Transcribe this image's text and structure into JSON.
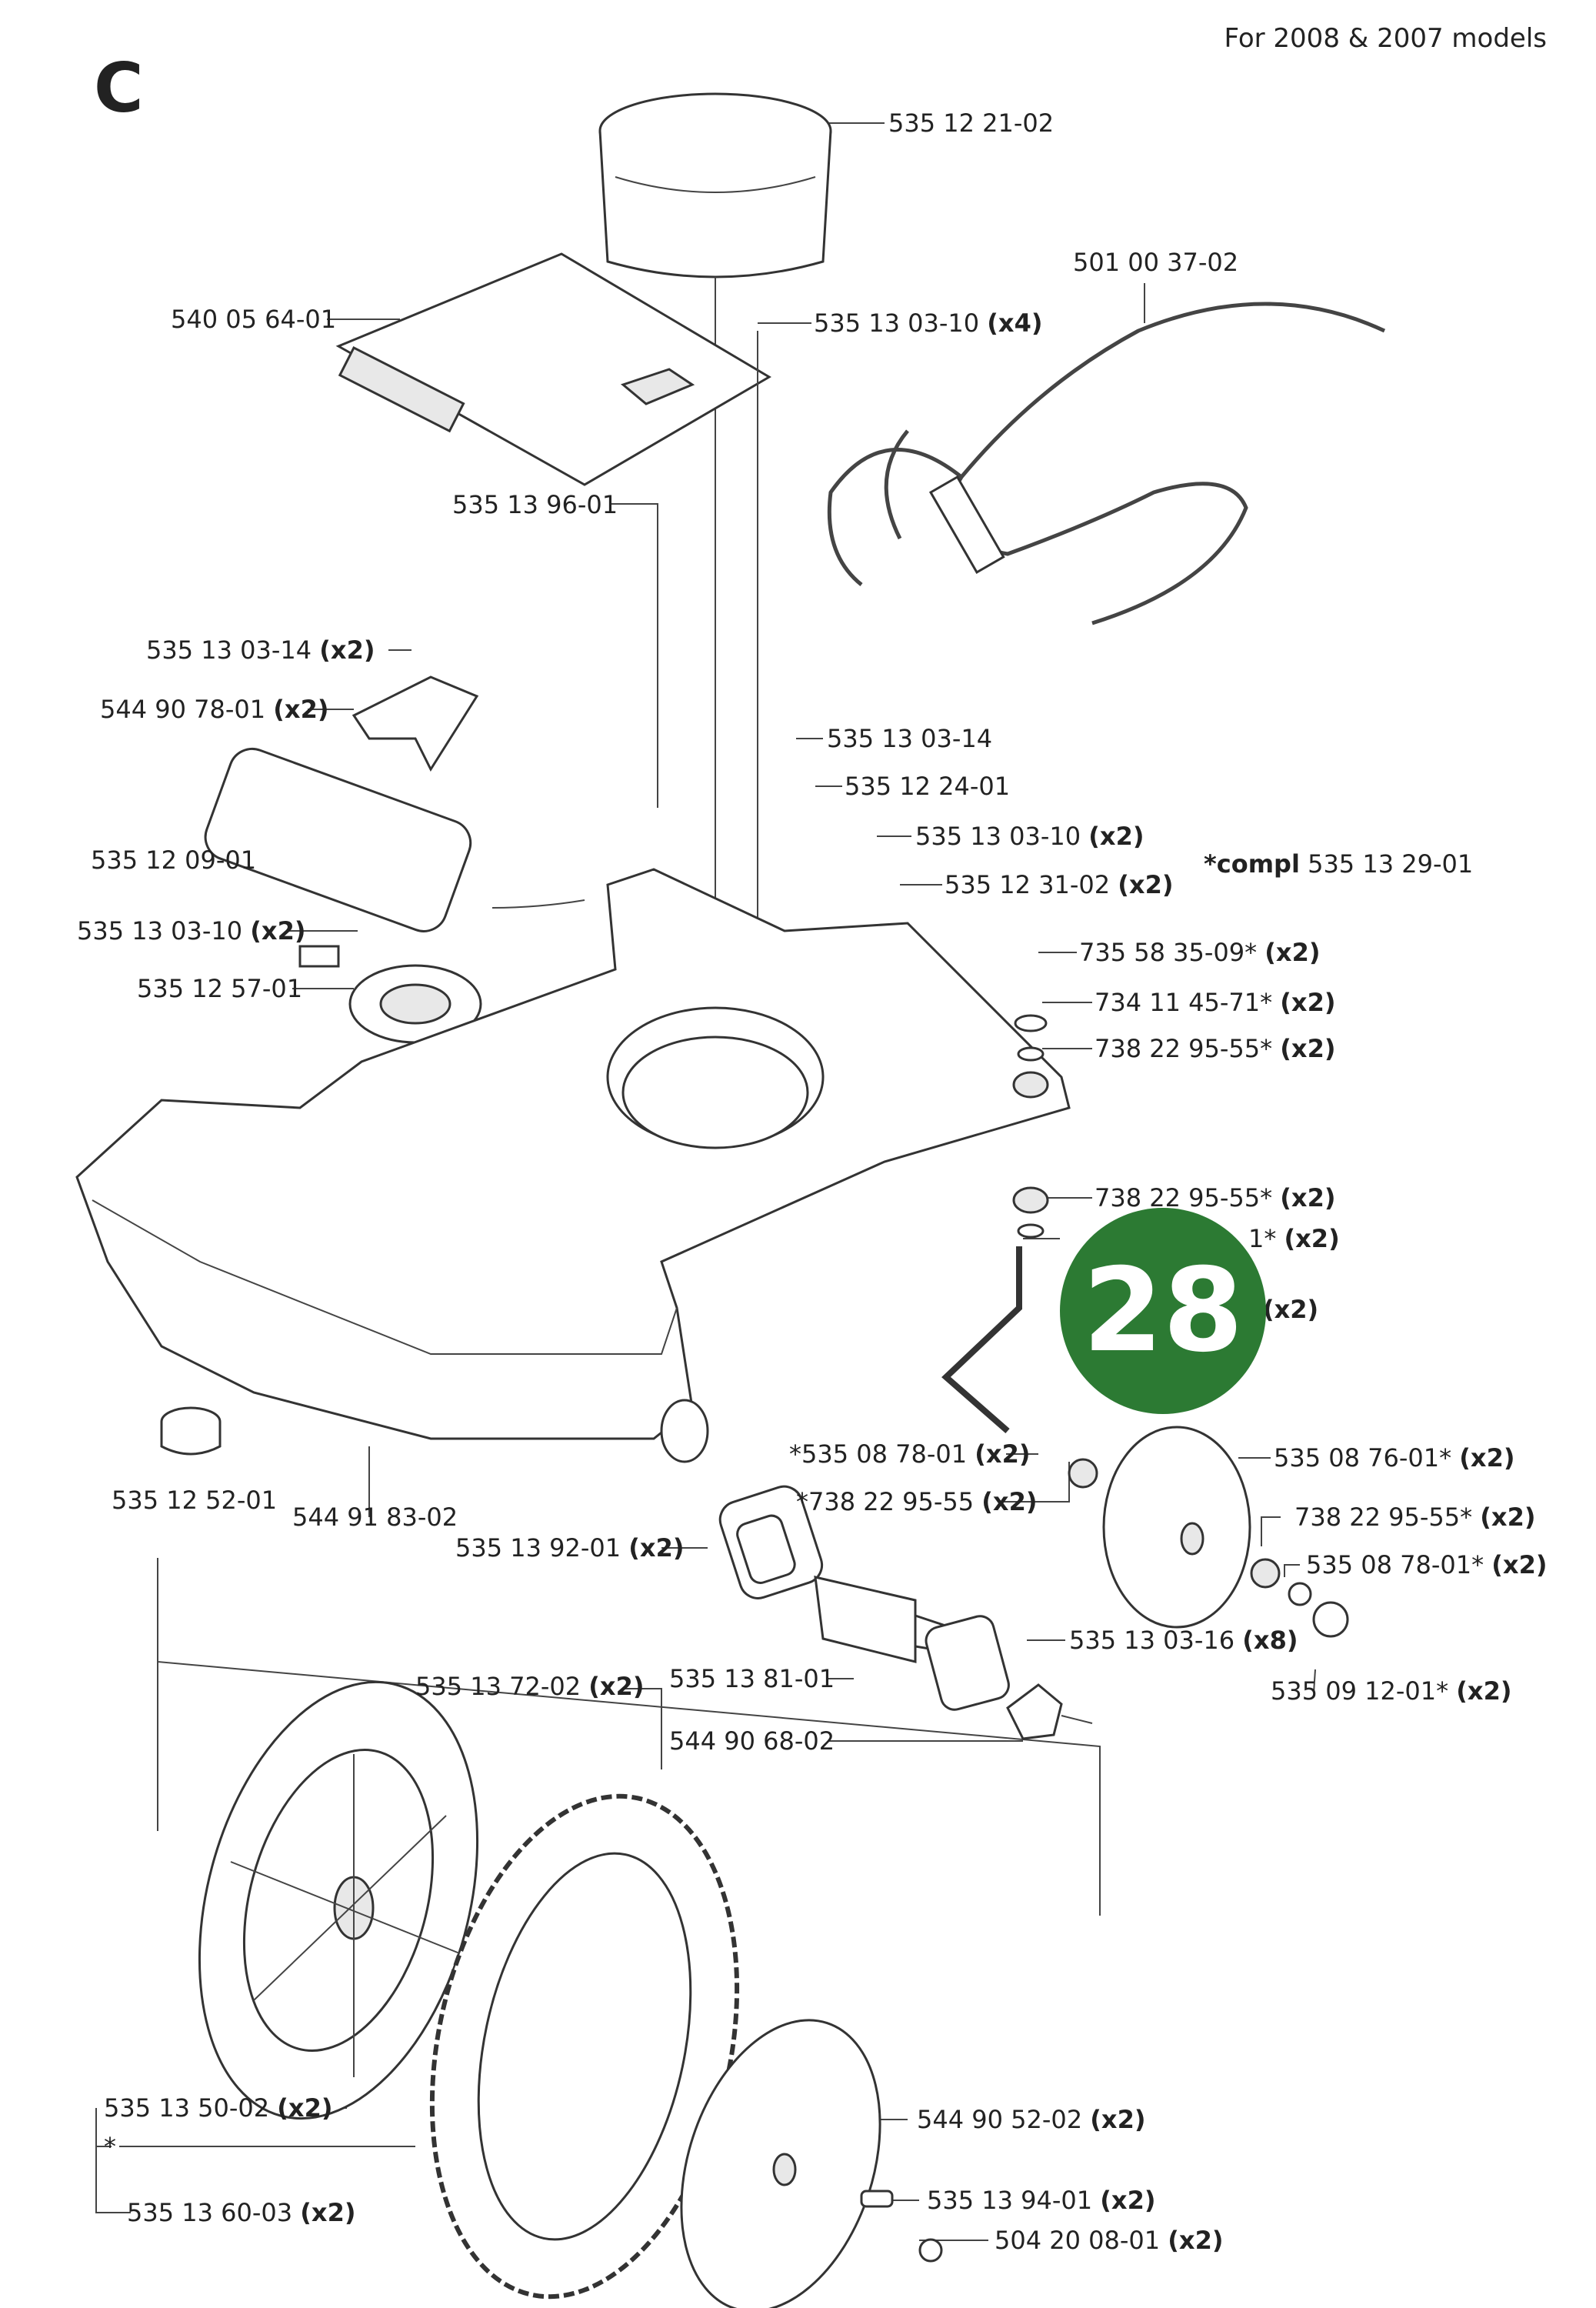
{
  "header": {
    "section_letter": "C",
    "models_note": "For 2008 & 2007 models",
    "compl_note_prefix": "*compl",
    "compl_note_number": "535 13 29-01",
    "badge_number": "28"
  },
  "labels": [
    {
      "id": "p01",
      "number": "535 12 21-02",
      "qty": ""
    },
    {
      "id": "p02",
      "number": "501 00 37-02",
      "qty": ""
    },
    {
      "id": "p03",
      "number": "540 05 64-01",
      "qty": ""
    },
    {
      "id": "p04",
      "number": "535 13 03-10",
      "qty": "(x4)"
    },
    {
      "id": "p05",
      "number": "535 13 96-01",
      "qty": ""
    },
    {
      "id": "p06",
      "number": "535 13 03-14",
      "qty": "(x2)"
    },
    {
      "id": "p07",
      "number": "544 90 78-01",
      "qty": "(x2)"
    },
    {
      "id": "p08",
      "number": "535 13 03-14",
      "qty": ""
    },
    {
      "id": "p09",
      "number": "535 12 24-01",
      "qty": ""
    },
    {
      "id": "p10",
      "number": "535 13 03-10",
      "qty": "(x2)"
    },
    {
      "id": "p11",
      "number": "535 12 09-01",
      "qty": ""
    },
    {
      "id": "p12",
      "number": "535 12 31-02",
      "qty": "(x2)"
    },
    {
      "id": "p13",
      "number": "535 13 03-10",
      "qty": "(x2)"
    },
    {
      "id": "p14",
      "number": "735 58 35-09*",
      "qty": "(x2)"
    },
    {
      "id": "p15",
      "number": "535 12 57-01",
      "qty": ""
    },
    {
      "id": "p16",
      "number": "734 11 45-71*",
      "qty": "(x2)"
    },
    {
      "id": "p17",
      "number": "738 22 95-55*",
      "qty": "(x2)"
    },
    {
      "id": "p18",
      "number": "738 22 95-55*",
      "qty": "(x2)"
    },
    {
      "id": "p19",
      "number": "1*",
      "qty": "(x2)"
    },
    {
      "id": "p20",
      "number": "",
      "qty": "(x2)"
    },
    {
      "id": "p21",
      "number": "*535 08 78-01",
      "qty": "(x2)"
    },
    {
      "id": "p22",
      "number": "535 08 76-01*",
      "qty": "(x2)"
    },
    {
      "id": "p23",
      "number": "*738 22 95-55",
      "qty": "(x2)"
    },
    {
      "id": "p24",
      "number": "738 22 95-55*",
      "qty": "(x2)"
    },
    {
      "id": "p25",
      "number": "535 12 52-01",
      "qty": ""
    },
    {
      "id": "p26",
      "number": "544 91 83-02",
      "qty": ""
    },
    {
      "id": "p27",
      "number": "535 13 92-01",
      "qty": "(x2)"
    },
    {
      "id": "p28",
      "number": "535 08 78-01*",
      "qty": "(x2)"
    },
    {
      "id": "p29",
      "number": "535 13 03-16",
      "qty": "(x8)"
    },
    {
      "id": "p30",
      "number": "535 13 72-02",
      "qty": "(x2)"
    },
    {
      "id": "p31",
      "number": "535 13 81-01",
      "qty": ""
    },
    {
      "id": "p32",
      "number": "535 09 12-01*",
      "qty": "(x2)"
    },
    {
      "id": "p33",
      "number": "544 90 68-02",
      "qty": ""
    },
    {
      "id": "p34",
      "number": "535 13 50-02",
      "qty": "(x2)"
    },
    {
      "id": "p35",
      "number": "544 90 52-02",
      "qty": "(x2)"
    },
    {
      "id": "p36",
      "number": "*",
      "qty": ""
    },
    {
      "id": "p37",
      "number": "535 13 94-01",
      "qty": "(x2)"
    },
    {
      "id": "p38",
      "number": "535 13 60-03",
      "qty": "(x2)"
    },
    {
      "id": "p39",
      "number": "504 20 08-01",
      "qty": "(x2)"
    }
  ]
}
